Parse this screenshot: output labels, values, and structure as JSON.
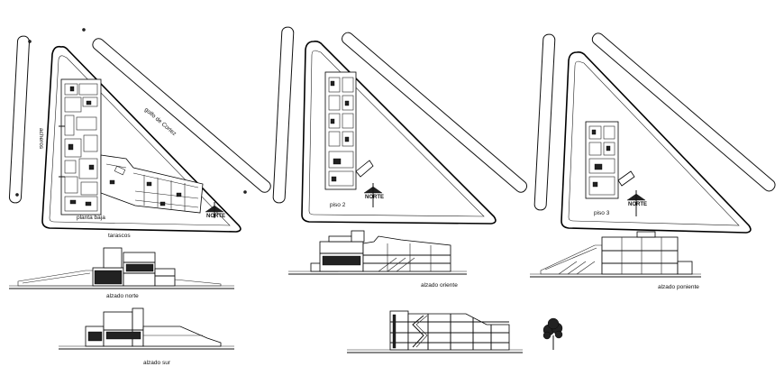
{
  "plans": [
    {
      "street_left": "acheros",
      "street_diagonal": "golfo de Cortez",
      "street_bottom": "tarascos",
      "floor_label": "planta baja",
      "north_label": "NORTE"
    },
    {
      "floor_label": "piso 2",
      "north_label": "NORTE"
    },
    {
      "floor_label": "piso 3",
      "north_label": "NORTE"
    }
  ],
  "elevations": {
    "norte": "alzado norte",
    "oriente": "alzado oriente",
    "poniente": "alzado poniente",
    "sur": "alzado sur"
  }
}
